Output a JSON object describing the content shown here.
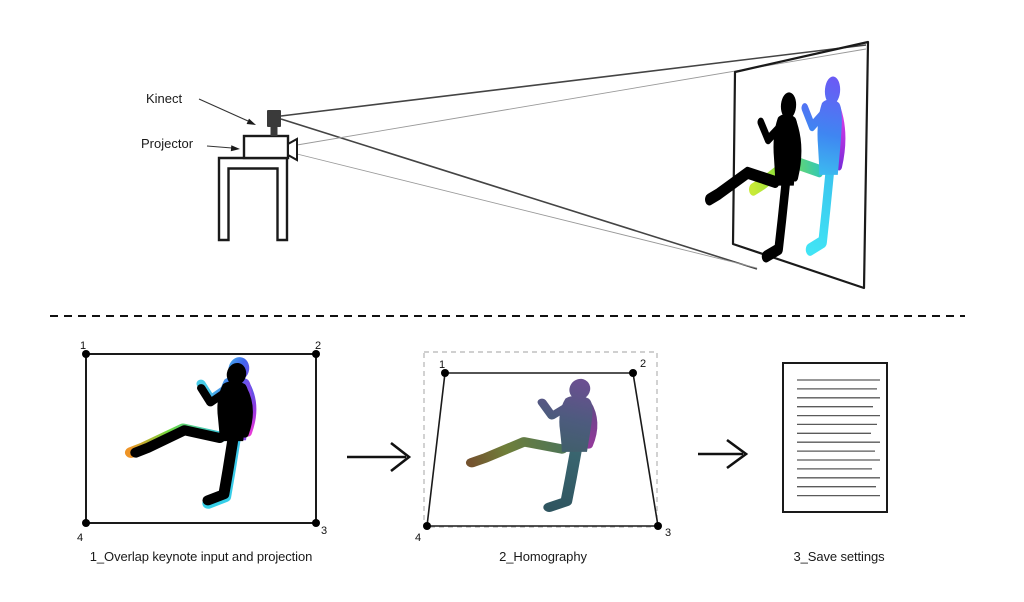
{
  "diagram": {
    "kinect_label": "Kinect",
    "projector_label": "Projector"
  },
  "steps": {
    "overlap": {
      "caption": "1_Overlap keynote input and projection",
      "corners": [
        "1",
        "2",
        "3",
        "4"
      ]
    },
    "homography": {
      "caption": "2_Homography",
      "corners": [
        "1",
        "2",
        "3",
        "4"
      ]
    },
    "save": {
      "caption": "3_Save settings"
    }
  },
  "palette": {
    "ink": "#1a1a1a",
    "silhouette": "#000000",
    "kinect_fill": "#3a3a3a",
    "cone_line_dark": "#444444",
    "cone_line_thin": "#999999",
    "dashed_guide": "#b3b3b3",
    "doc_line": "#5a5a5a",
    "figure_screen": {
      "torso": [
        "#6a5bf5",
        "#3f86f2",
        "#3bcdee"
      ],
      "arm": [
        "#e040e8",
        "#b935e2",
        "#7c2bd8"
      ],
      "kick": [
        "#35c9b2",
        "#8ee03a",
        "#c8ea38"
      ],
      "stand": [
        "#3ac4ee",
        "#41e4f5"
      ]
    },
    "figure_overlap": {
      "torso": [
        "#48cce8",
        "#4166ee",
        "#8a46e8"
      ],
      "arm": [
        "#4a5fe8",
        "#9038e0",
        "#e83bd8"
      ],
      "kick": [
        "#38c4d8",
        "#71d83e",
        "#ee9426"
      ],
      "stand": [
        "#3dc4e8",
        "#35d0e8"
      ]
    },
    "figure_homography": {
      "torso": [
        "#6b4f91",
        "#4d5b7e",
        "#3e6067"
      ],
      "arm": [
        "#5f4a85",
        "#7a4190",
        "#93399a"
      ],
      "kick": [
        "#4f7556",
        "#6f7f3a",
        "#74532f"
      ],
      "stand": [
        "#3a6670",
        "#2f5560"
      ]
    }
  }
}
